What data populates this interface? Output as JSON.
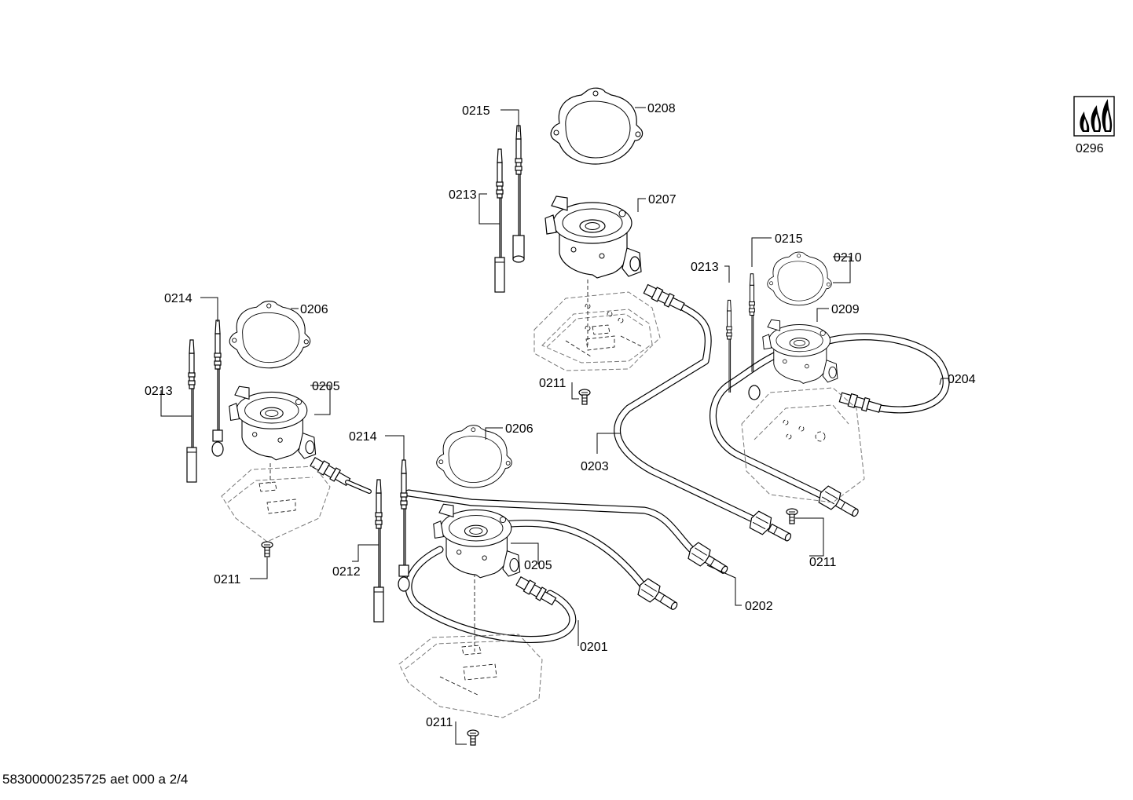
{
  "callouts": [
    {
      "id": "c-0215a",
      "text": "0215"
    },
    {
      "id": "c-0208",
      "text": "0208"
    },
    {
      "id": "c-0213a",
      "text": "0213"
    },
    {
      "id": "c-0207",
      "text": "0207"
    },
    {
      "id": "c-0215b",
      "text": "0215"
    },
    {
      "id": "c-0210",
      "text": "0210"
    },
    {
      "id": "c-0213b",
      "text": "0213"
    },
    {
      "id": "c-0209",
      "text": "0209"
    },
    {
      "id": "c-0214a",
      "text": "0214"
    },
    {
      "id": "c-0206a",
      "text": "0206"
    },
    {
      "id": "c-0213c",
      "text": "0213"
    },
    {
      "id": "c-0205a",
      "text": "0205"
    },
    {
      "id": "c-0211a",
      "text": "0211"
    },
    {
      "id": "c-0204",
      "text": "0204"
    },
    {
      "id": "c-0214b",
      "text": "0214"
    },
    {
      "id": "c-0206b",
      "text": "0206"
    },
    {
      "id": "c-0203",
      "text": "0203"
    },
    {
      "id": "c-0211b",
      "text": "0211"
    },
    {
      "id": "c-0212",
      "text": "0212"
    },
    {
      "id": "c-0205b",
      "text": "0205"
    },
    {
      "id": "c-0211c",
      "text": "0211"
    },
    {
      "id": "c-0202",
      "text": "0202"
    },
    {
      "id": "c-0201",
      "text": "0201"
    },
    {
      "id": "c-0211d",
      "text": "0211"
    },
    {
      "id": "c-0296",
      "text": "0296"
    }
  ],
  "footer": "58300000235725 aet 000 a 2/4",
  "icons": {
    "flame": "burner-flames-icon"
  }
}
